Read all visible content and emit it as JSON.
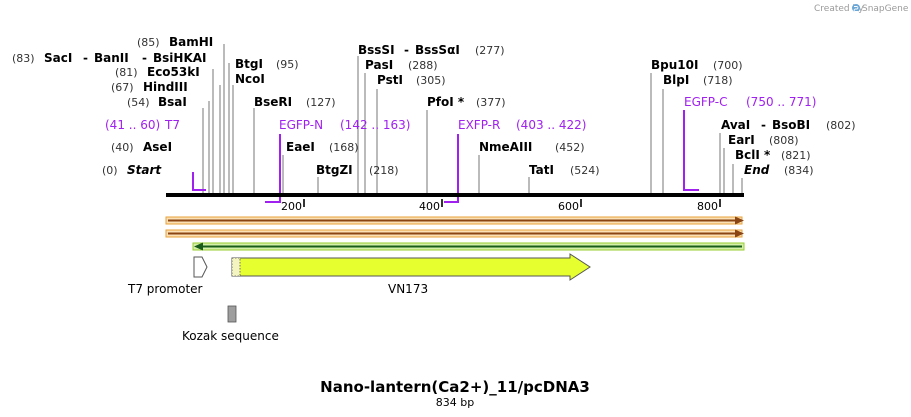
{
  "brand": {
    "created_by": "Created by",
    "logo_name": "snapgene-logo-icon",
    "name": "SnapGene"
  },
  "title": "Nano-lantern(Ca2+)_11/pcDNA3",
  "length_label": "834 bp",
  "sequence_length": 834,
  "ticks": [
    200,
    400,
    600,
    800
  ],
  "labels": {
    "sac": {
      "num": "(83)",
      "name": "SacI"
    },
    "banii": {
      "name": "BanII"
    },
    "bamhi": {
      "num": "(85)",
      "name": "BamHI"
    },
    "bsihkai": {
      "name": "BsiHKAI"
    },
    "eco53ki": {
      "num": "(81)",
      "name": "Eco53kI"
    },
    "hindiii": {
      "num": "(67)",
      "name": "HindIII"
    },
    "bsai": {
      "num": "(54)",
      "name": "BsaI"
    },
    "btgi": {
      "name": "BtgI",
      "num": "(95)"
    },
    "ncoi": {
      "name": "NcoI"
    },
    "bseri": {
      "name": "BseRI",
      "num": "(127)"
    },
    "eaei": {
      "name": "EaeI",
      "num": "(168)"
    },
    "btgzi": {
      "name": "BtgZI",
      "num": "(218)"
    },
    "bsssi": {
      "name": "BssSI"
    },
    "bsssai": {
      "name": "BssSαI",
      "num": "(277)"
    },
    "pasi": {
      "name": "PasI",
      "num": "(288)"
    },
    "psti": {
      "name": "PstI",
      "num": "(305)"
    },
    "pfoi": {
      "name": "PfoI *",
      "num": "(377)"
    },
    "nmeaiii": {
      "name": "NmeAIII",
      "num": "(452)"
    },
    "tati": {
      "name": "TatI",
      "num": "(524)"
    },
    "bpu10i": {
      "name": "Bpu10I",
      "num": "(700)"
    },
    "blpi": {
      "name": "BlpI",
      "num": "(718)"
    },
    "avai": {
      "name": "AvaI"
    },
    "bsobi": {
      "name": "BsoBI",
      "num": "(802)"
    },
    "eari": {
      "name": "EarI",
      "num": "(808)"
    },
    "bcli": {
      "name": "BclI *",
      "num": "(821)"
    },
    "end": {
      "name": "End",
      "num": "(834)"
    },
    "asei": {
      "num": "(40)",
      "name": "AseI"
    },
    "start": {
      "num": "(0)",
      "name": "Start"
    },
    "dash": "-"
  },
  "primers": {
    "t7": {
      "range": "(41 .. 60)",
      "name": "T7"
    },
    "egfpn": {
      "name": "EGFP-N",
      "range": "(142 .. 163)"
    },
    "exfpr": {
      "name": "EXFP-R",
      "range": "(403 .. 422)"
    },
    "egfpc": {
      "name": "EGFP-C",
      "range": "(750 .. 771)"
    }
  },
  "features": {
    "t7_promoter": "T7 promoter",
    "vn173": "VN173",
    "kozak": "Kozak sequence"
  },
  "colors": {
    "primer": "#a020f0",
    "orf": "#e8a23b",
    "orf_rev": "#9acd32",
    "vn173_fill": "#e6ff2e",
    "kozak_fill": "#9e9e9e"
  }
}
